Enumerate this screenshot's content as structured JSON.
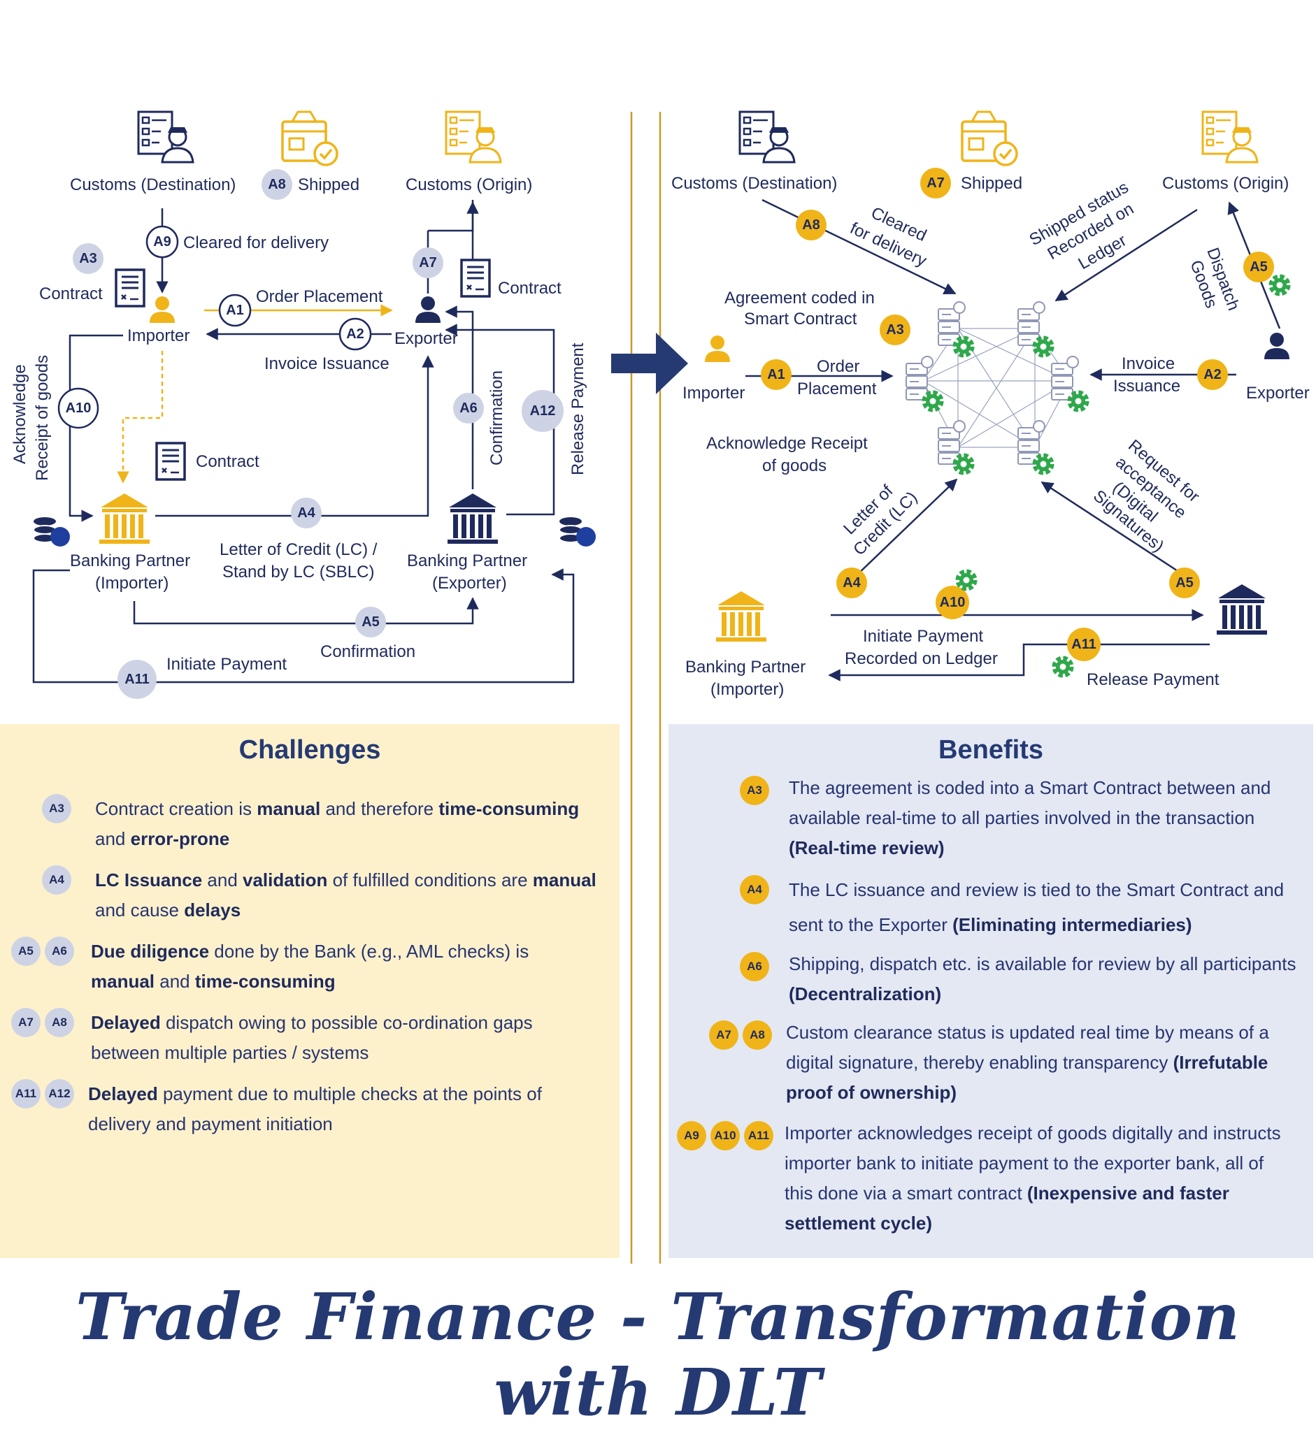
{
  "colors": {
    "navy": "#1f2a5c",
    "gold": "#f0b418",
    "grey_badge": "#cdd3e4",
    "challenges_bg": "#fdf1cc",
    "benefits_bg": "#e3e8f3",
    "divider": "#c89a2e",
    "gear": "#2ea84a"
  },
  "left": {
    "customs_destination": "Customs (Destination)",
    "shipped": "Shipped",
    "customs_origin": "Customs (Origin)",
    "cleared": "Cleared for delivery",
    "contract": "Contract",
    "importer": "Importer",
    "exporter": "Exporter",
    "order_placement": "Order Placement",
    "invoice_issuance": "Invoice Issuance",
    "ack_line1": "Acknowledge",
    "ack_line2": "Receipt  of goods",
    "confirmation": "Confirmation",
    "release_payment": "Release Payment",
    "lc_line1": "Letter of Credit (LC) /",
    "lc_line2": "Stand by LC (SBLC)",
    "bank_imp_1": "Banking Partner",
    "bank_imp_2": "(Importer)",
    "bank_exp_1": "Banking Partner",
    "bank_exp_2": "(Exporter)",
    "confirmation_bottom": "Confirmation",
    "initiate_payment": "Initiate Payment",
    "badges": {
      "a1": "A1",
      "a2": "A2",
      "a3": "A3",
      "a4": "A4",
      "a5": "A5",
      "a6": "A6",
      "a7": "A7",
      "a8": "A8",
      "a9": "A9",
      "a10": "A10",
      "a11": "A11",
      "a12": "A12"
    }
  },
  "right": {
    "customs_destination": "Customs (Destination)",
    "shipped": "Shipped",
    "customs_origin": "Customs (Origin)",
    "cleared_1": "Cleared",
    "cleared_2": "for delivery",
    "shipped_status_1": "Shipped status",
    "shipped_status_2": "Recorded on",
    "shipped_status_3": "Ledger",
    "dispatch_1": "Dispatch",
    "dispatch_2": "Goods",
    "agreement_1": "Agreement coded in",
    "agreement_2": "Smart Contract",
    "importer": "Importer",
    "exporter": "Exporter",
    "order_1": "Order",
    "order_2": "Placement",
    "invoice_1": "Invoice",
    "invoice_2": "Issuance",
    "ack_1": "Acknowledge Receipt",
    "ack_2": "of goods",
    "lc_1": "Letter of",
    "lc_2": "Credit (LC)",
    "request_1": "Request for",
    "request_2": "acceptance",
    "request_3": "(Digital",
    "request_4": "Signatures)",
    "initiate_1": "Initiate Payment",
    "initiate_2": "Recorded on Ledger",
    "release": "Release Payment",
    "bank_1": "Banking Partner",
    "bank_2": "(Importer)",
    "badges": {
      "a1": "A1",
      "a2": "A2",
      "a3": "A3",
      "a4": "A4",
      "a5": "A5",
      "a5b": "A5",
      "a7": "A7",
      "a8": "A8",
      "a10": "A10",
      "a11": "A11"
    }
  },
  "challenges": {
    "title": "Challenges",
    "items": [
      {
        "badges": [
          "A3"
        ],
        "t1": "Contract creation is ",
        "b1": "manual",
        "t2": " and therefore ",
        "b2": "time-consuming",
        "t3": " and ",
        "b3": "error-prone",
        "t4": ""
      },
      {
        "badges": [
          "A4"
        ],
        "t1": "",
        "b1": "LC Issuance",
        "t2": " and ",
        "b2": "validation",
        "t3": " of fulfilled conditions are ",
        "b3": "manual",
        "t4": " and cause ",
        "b4": "delays"
      },
      {
        "badges": [
          "A5",
          "A6"
        ],
        "t1": "",
        "b1": "Due diligence",
        "t2": " done by the Bank (e.g., AML checks) is ",
        "b2": "manual",
        "t3": " and ",
        "b3": "time-consuming",
        "t4": ""
      },
      {
        "badges": [
          "A7",
          "A8"
        ],
        "t1": "",
        "b1": "Delayed",
        "t2": " dispatch owing to possible co-ordination gaps between multiple parties / systems"
      },
      {
        "badges": [
          "A11",
          "A12"
        ],
        "t1": "",
        "b1": "Delayed",
        "t2": " payment due to multiple checks at the points of delivery and payment initiation"
      }
    ]
  },
  "benefits": {
    "title": "Benefits",
    "items": [
      {
        "badges": [
          "A3"
        ],
        "text": "The agreement is coded into a Smart Contract between and available real-time to all parties involved in the transaction ",
        "bold": "(Real-time review)"
      },
      {
        "badges": [
          "A4"
        ],
        "text": "The LC issuance and review is tied to the Smart Contract and sent to the Exporter ",
        "bold": "(Eliminating intermediaries)"
      },
      {
        "badges": [
          "A6"
        ],
        "text": "Shipping, dispatch etc. is available for review by all participants ",
        "bold": "(Decentralization)"
      },
      {
        "badges": [
          "A7",
          "A8"
        ],
        "text": "Custom clearance status is updated real time by means of a digital signature, thereby enabling transparency ",
        "bold": "(Irrefutable proof of ownership)"
      },
      {
        "badges": [
          "A9",
          "A10",
          "A11"
        ],
        "text": "Importer acknowledges receipt of goods digitally and instructs importer bank to initiate payment to the exporter bank, all of this done via a smart contract ",
        "bold": "(Inexpensive and faster settlement cycle)"
      }
    ]
  },
  "title": "Trade Finance - Transformation with DLT"
}
